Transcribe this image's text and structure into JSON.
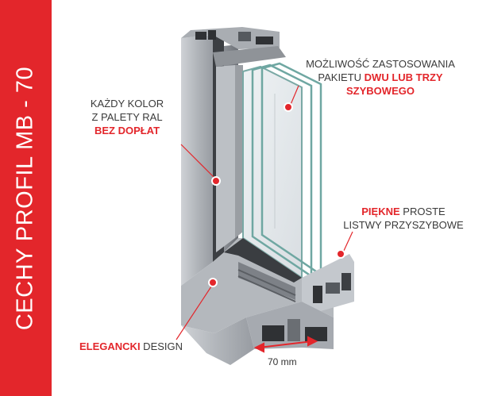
{
  "banner": {
    "title": "CECHY PROFIL MB - 70",
    "background": "#e3262b"
  },
  "colors": {
    "accent": "#e3262b",
    "text": "#3a3a3a"
  },
  "callouts": {
    "colour": {
      "line1": "KAŻDY KOLOR",
      "line2": "Z PALETY RAL",
      "highlight": "BEZ DOPŁAT"
    },
    "glazing": {
      "line1": "MOŻLIWOŚĆ ZASTOSOWANIA",
      "line2_plain": "PAKIETU ",
      "line2_highlight": "DWU LUB TRZY",
      "line3_highlight": "SZYBOWEGO"
    },
    "beads": {
      "highlight": "PIĘKNE",
      "line1_plain": " PROSTE",
      "line2": "LISTWY PRZYSZYBOWE"
    },
    "design": {
      "highlight": "ELEGANCKI",
      "plain": " DESIGN"
    }
  },
  "dimension_label": "70 mm"
}
